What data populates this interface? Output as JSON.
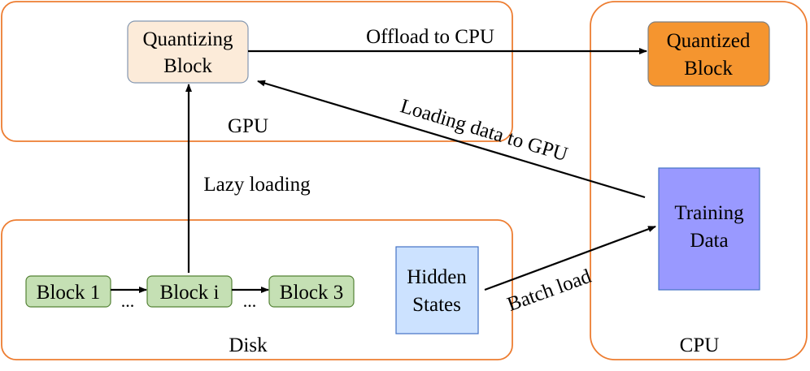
{
  "regions": {
    "gpu": "GPU",
    "disk": "Disk",
    "cpu": "CPU"
  },
  "nodes": {
    "quantizing_block": [
      "Quantizing",
      "Block"
    ],
    "quantized_block": [
      "Quantized",
      "Block"
    ],
    "training_data": [
      "Training",
      "Data"
    ],
    "hidden_states": [
      "Hidden",
      "States"
    ],
    "block_1": "Block 1",
    "block_i": "Block i",
    "block_3": "Block 3"
  },
  "edges": {
    "offload": "Offload to CPU",
    "loading_data": "Loading data to GPU",
    "lazy_loading": "Lazy loading",
    "batch_load": "Batch load",
    "ellipsis_1": "...",
    "ellipsis_2": "..."
  },
  "colors": {
    "region_border": "#ED7D31",
    "arrow": "#000000",
    "quantizing_fill": "#FCEBD9",
    "quantizing_border": "#8497B0",
    "quantized_fill": "#F5952F",
    "quantized_border": "#7F7F7F",
    "training_fill": "#9999FF",
    "training_border": "#4472C4",
    "hidden_fill": "#CCE2FF",
    "hidden_border": "#4472C4",
    "block_fill": "#C5E0B4",
    "block_border": "#548235"
  }
}
